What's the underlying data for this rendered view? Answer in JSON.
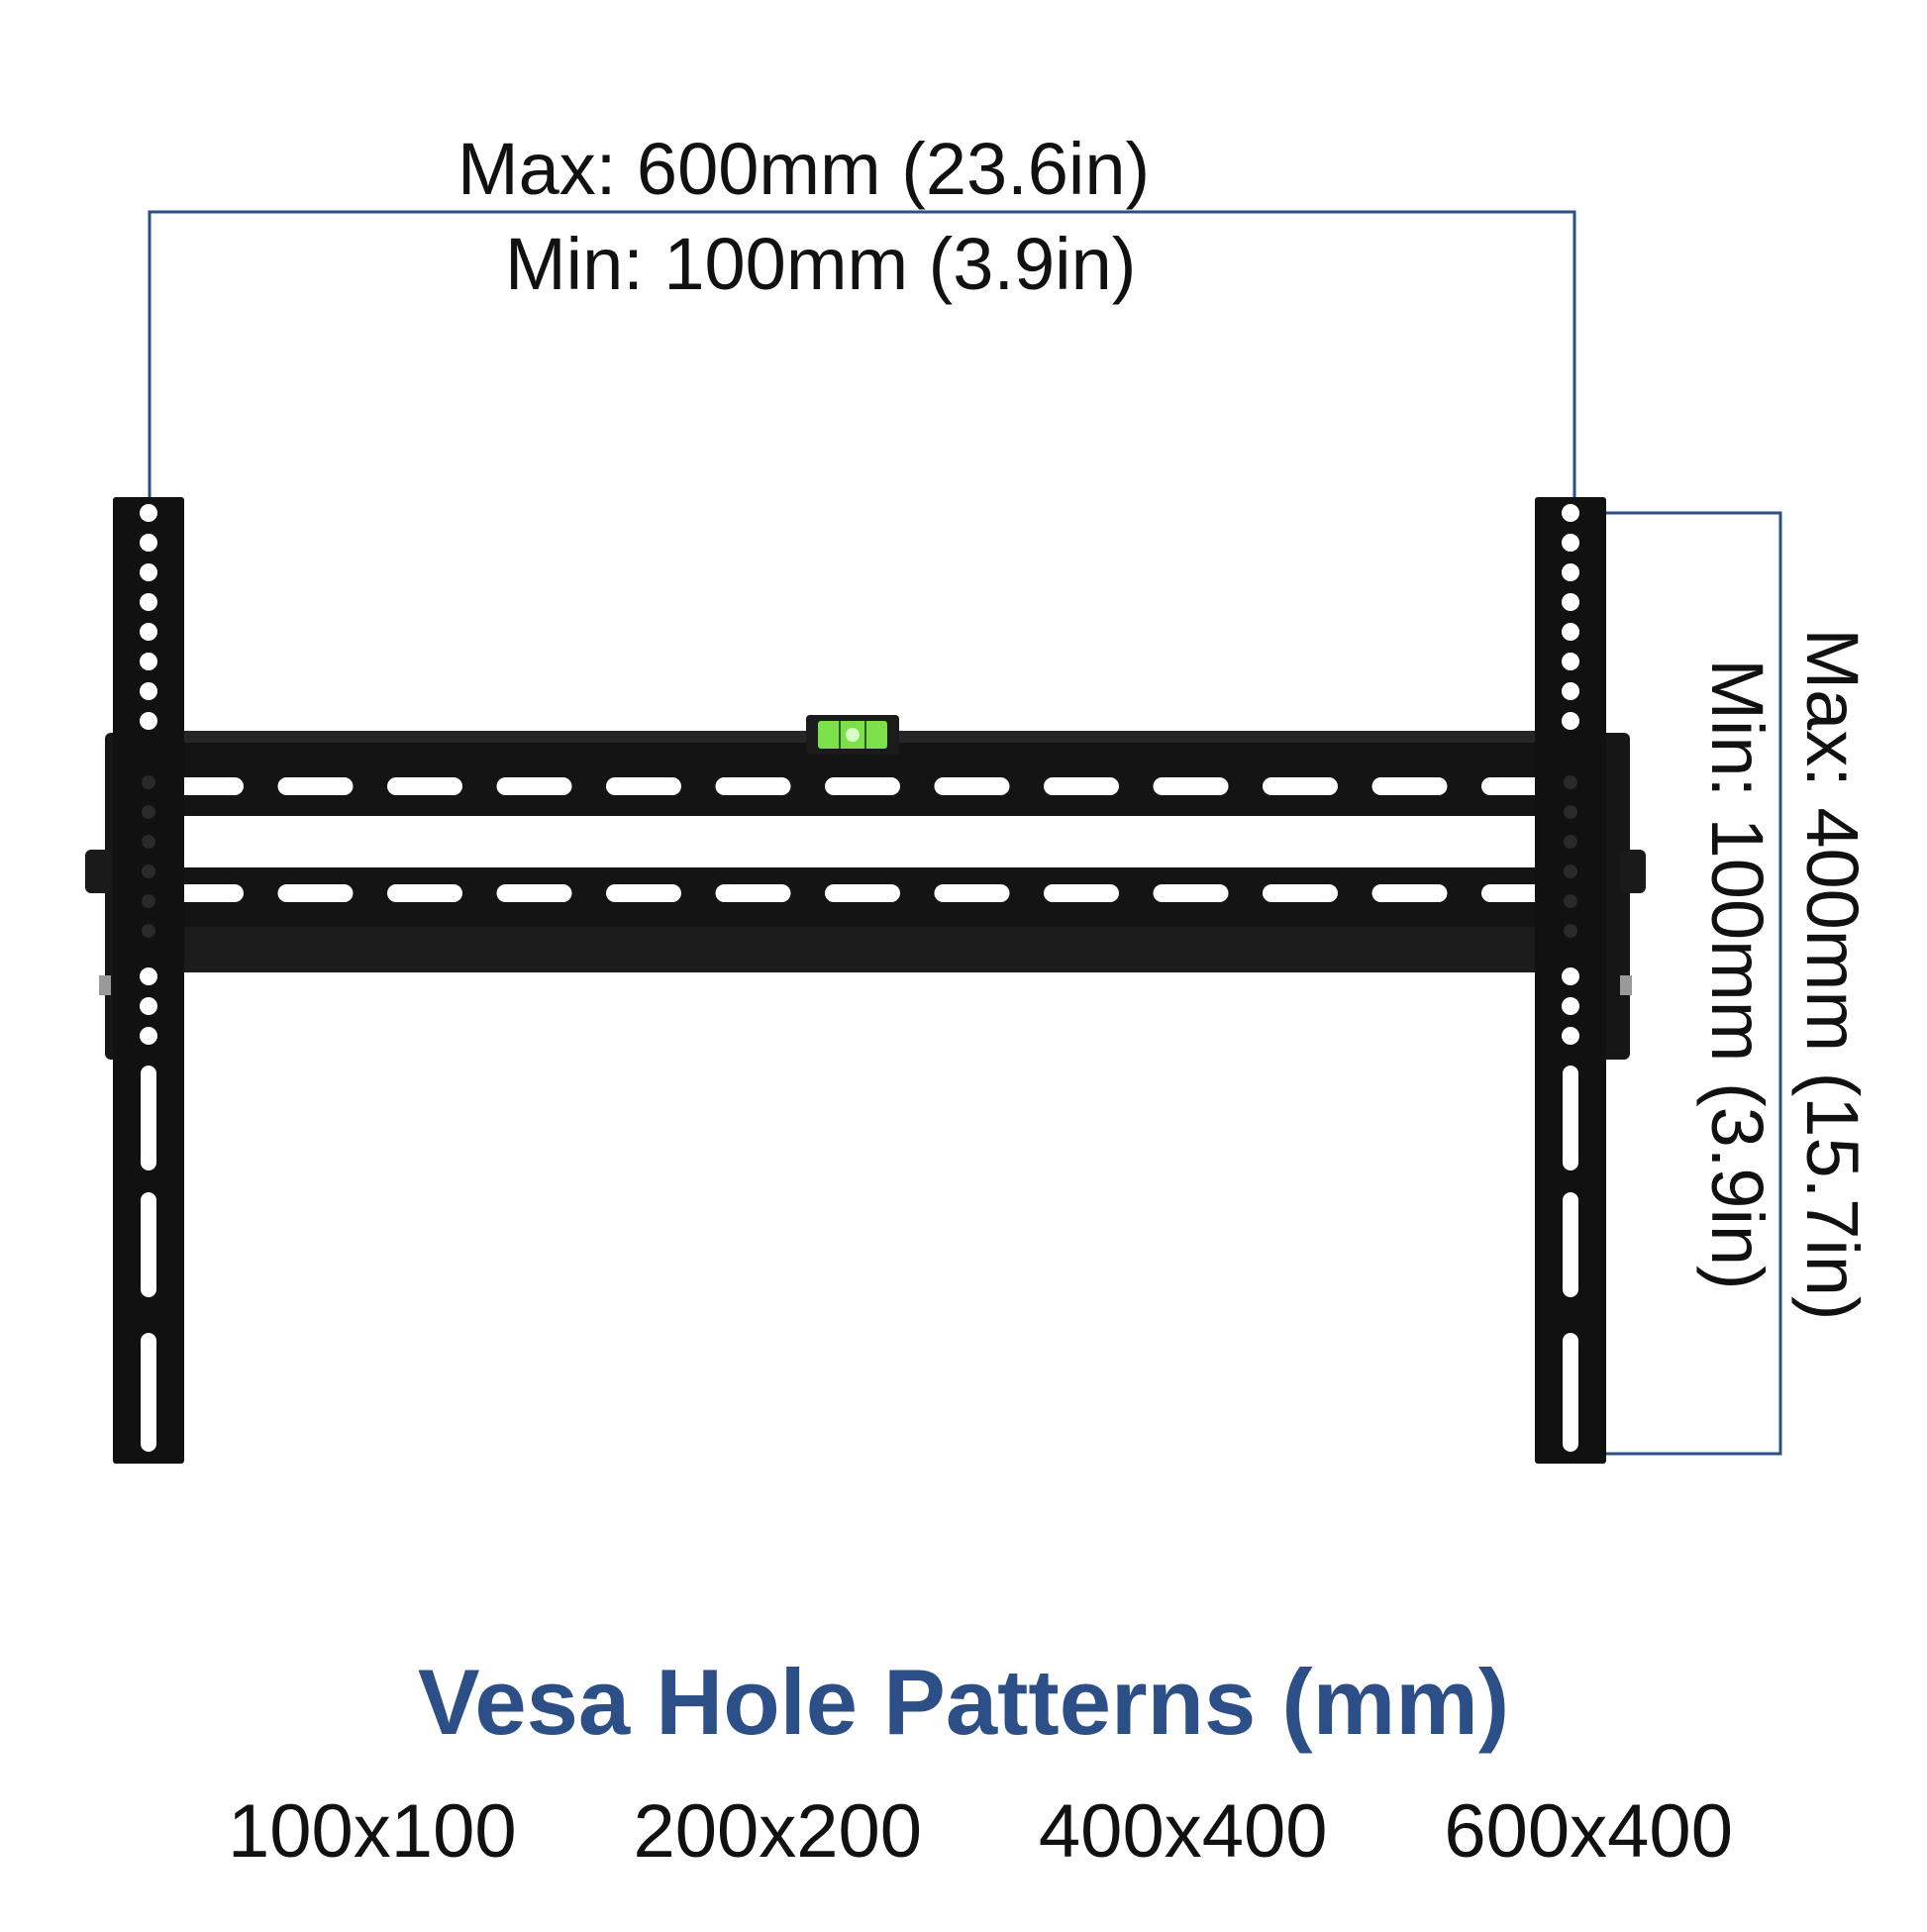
{
  "diagram": {
    "width_dimension": {
      "max": "Max: 600mm (23.6in)",
      "min": "Min: 100mm (3.9in)"
    },
    "height_dimension": {
      "max": "Max: 400mm (15.7in)",
      "min": "Min: 100mm (3.9in)"
    },
    "colors": {
      "dimension_line": "#2c4f88",
      "bracket": "#111111",
      "holes": "#ffffff",
      "level_bubble": "#7be04a"
    }
  },
  "vesa": {
    "title": "Vesa Hole Patterns (mm)",
    "patterns": [
      "100x100",
      "200x200",
      "400x400",
      "600x400"
    ]
  }
}
